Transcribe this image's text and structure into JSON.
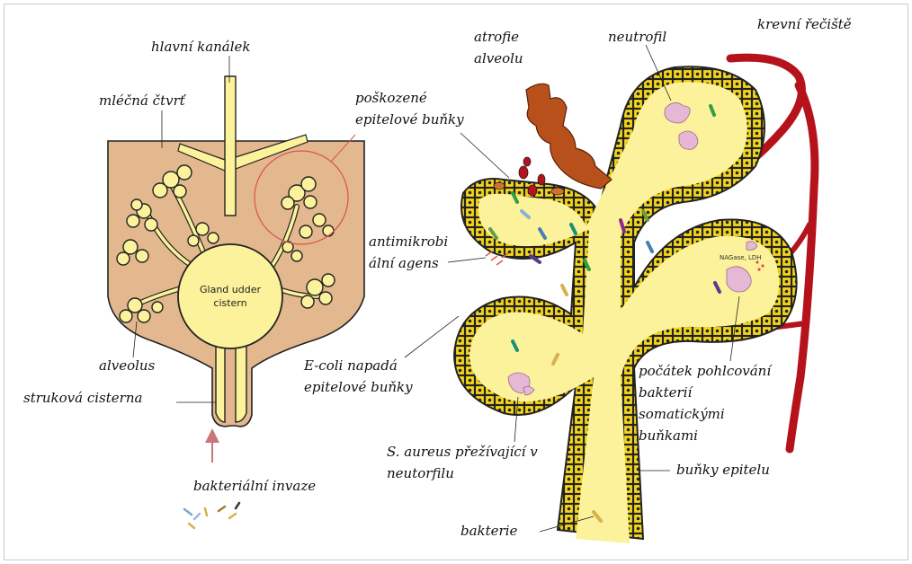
{
  "colors": {
    "tissue": "#e3b88e",
    "gland": "#fbf29b",
    "epithelium_cell": "#f3d51c",
    "outline": "#222222",
    "blood": "#b5121b",
    "atrophy": "#b8501c",
    "pointer_red": "#d9534f"
  },
  "left_diagram": {
    "cistern_text_1": "Gland udder",
    "cistern_text_2": "cistern",
    "label_main_duct": "hlavní kanálek",
    "label_quarter": "mléčná čtvrť",
    "label_alveolus": "alveolus",
    "label_teat_cistern": "struková cisterna",
    "label_invasion": "bakteriální invaze"
  },
  "right_diagram": {
    "label_atrophy_1": "atrofie",
    "label_atrophy_2": "alveolu",
    "label_neutrophil": "neutrofil",
    "label_blood": "krevní řečiště",
    "label_damaged_1": "poškozené",
    "label_damaged_2": "epitelové buňky",
    "label_antimicrobial_1": "antimikrobi",
    "label_antimicrobial_2": "ální agens",
    "label_ecoli_1": "E-coli napadá",
    "label_ecoli_2": "epitelové buňky",
    "label_engulf_1": "počátek pohlcování",
    "label_engulf_2": "bakterií",
    "label_engulf_3": "somatickými",
    "label_engulf_4": "buňkami",
    "label_saureus_1": "S. aureus přežívající v",
    "label_saureus_2": "neutorfilu",
    "label_epithelial_cells": "buňky epitelu",
    "label_bacteria": "bakterie",
    "enzyme_text": "NAGase, LDH"
  }
}
